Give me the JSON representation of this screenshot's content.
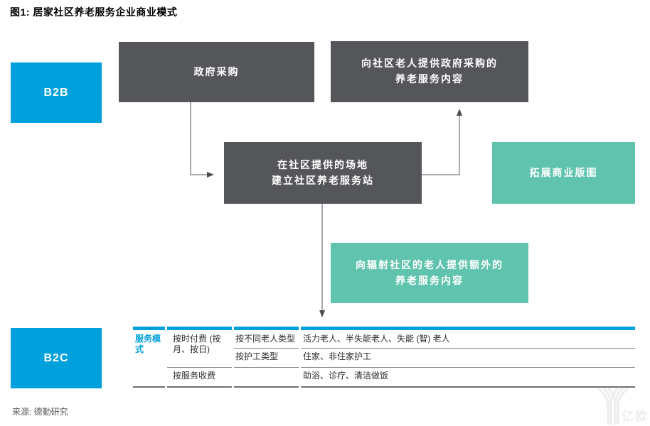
{
  "title": "图1: 居家社区养老服务企业商业模式",
  "badges": {
    "b2b": "B2B",
    "b2c": "B2C"
  },
  "boxes": {
    "government_procurement": "政府采购",
    "provide_gov_services": "向社区老人提供政府采购的\n养老服务内容",
    "community_station": "在社区提供的场地\n建立社区养老服务站",
    "expand_business": "拓展商业版图",
    "provide_extra_services": "向辐射社区的老人提供额外的\n养老服务内容"
  },
  "table": {
    "row_header": "服务模式",
    "pay_by_time": "按时付费 (按\n月、按日)",
    "pay_by_service": "按服务收费",
    "by_elder_type": "按不同老人类型",
    "by_caregiver_type": "按护工类型",
    "elder_types": "活力老人、半失能老人、失能 (智) 老人",
    "caregiver_types": "住家、非住家护工",
    "service_items": "助浴、诊疗、清洁做饭"
  },
  "source": "来源: 德勤研究",
  "watermark": {
    "logo_text": "亿欧"
  },
  "colors": {
    "accent_blue": "#00a0dc",
    "box_dark_gray": "#54565a",
    "box_teal": "#5fc3ad",
    "connector_gray": "#8c8c8c",
    "arrowhead_dark": "#4d4d4d"
  }
}
